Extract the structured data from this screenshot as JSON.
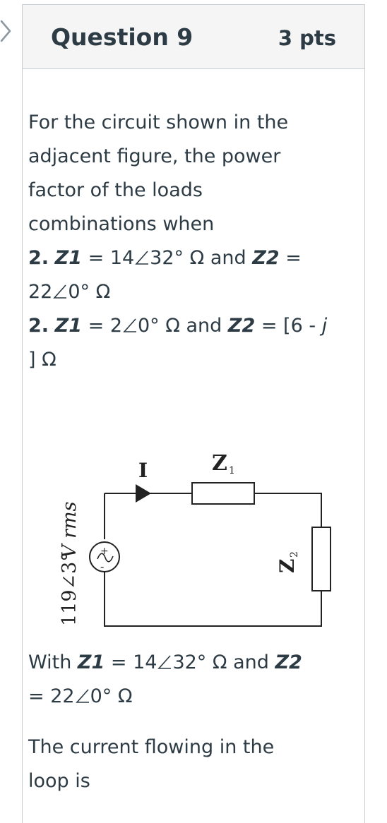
{
  "question": {
    "title": "Question 9",
    "points": "3 pts"
  },
  "body": {
    "line1": "For the circuit shown in the",
    "line2": "adjacent figure, the power",
    "line3": "factor of the loads",
    "line4": "combinations when",
    "case1_num": "2.",
    "case1_z1_label": "Z1",
    "case1_z1_eq": "= 14",
    "case1_z1_val": "32° Ω and",
    "case1_z2_label": "Z2",
    "case1_z2_eq": "=",
    "case1_z2_num": "22",
    "case1_z2_val": "0° Ω",
    "case2_num": "2.",
    "case2_z1_label": "Z1",
    "case2_z1_eq": "= 2",
    "case2_z1_val": "0° Ω and",
    "case2_z2_label": "Z2",
    "case2_z2_eq": "= [6 -",
    "case2_j": "j",
    "case2_end": "] Ω"
  },
  "circuit": {
    "current_label": "I",
    "z1_label": "Z",
    "z1_sub": "1",
    "z2_label": "Z",
    "z2_sub": "2",
    "source_value": "119∠3°",
    "source_unit": "V rms"
  },
  "followup": {
    "with_prefix": "With",
    "z1_label": "Z1",
    "z1_eq": "= 14",
    "z1_val": "32° Ω and",
    "z2_label": "Z2",
    "z2_eq": "= 22",
    "z2_val": "0° Ω",
    "current_line1": "The current flowing in the",
    "current_line2": "loop is"
  },
  "icons": {
    "chevron": "chevron-right-icon",
    "angle": "angle-symbol-icon"
  },
  "colors": {
    "text": "#2d3b45",
    "border": "#c7cdd1",
    "header_bg": "#f5f5f5"
  }
}
